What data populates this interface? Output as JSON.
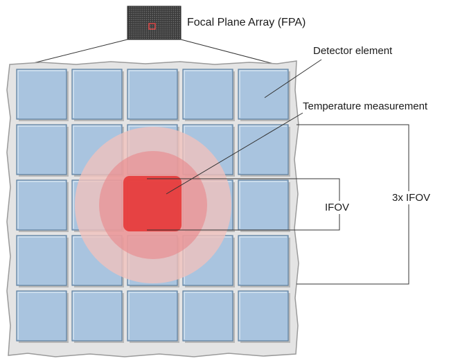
{
  "labels": {
    "fpa": "Focal Plane Array (FPA)",
    "detector_element": "Detector element",
    "temperature_measurement": "Temperature measurement",
    "ifov": "IFOV",
    "three_x_ifov": "3x IFOV"
  },
  "colors": {
    "cell_fill": "#a9c4df",
    "cell_border": "#5d7f9f",
    "plate": "#e4e4e4",
    "plate_edge": "#9a9a9a",
    "measurement_spot": "#e63b3b",
    "halo_inner": "#e8888a",
    "halo_outer": "#f1c2bd",
    "lines": "#333333",
    "fpa_chip": "#3c3c3c"
  },
  "grid": {
    "rows": 5,
    "cols": 5
  }
}
